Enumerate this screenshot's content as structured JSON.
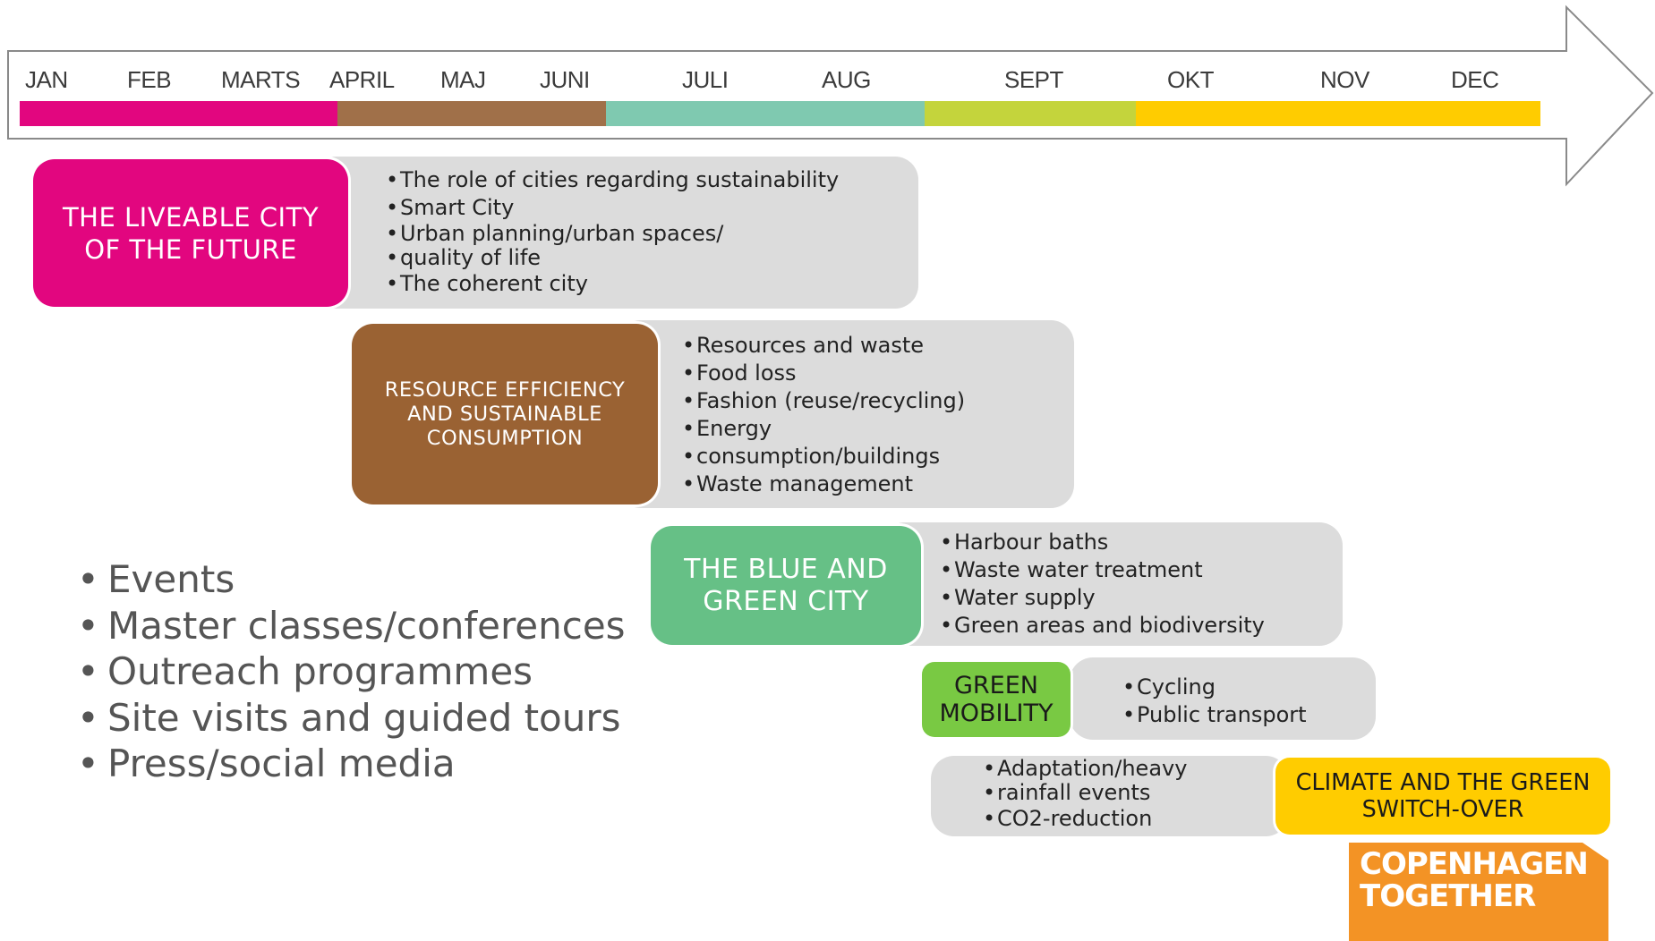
{
  "timeline": {
    "months": [
      "JAN",
      "FEB",
      "MARTS",
      "APRIL",
      "MAJ",
      "JUNI",
      "JULI",
      "AUG",
      "SEPT",
      "OKT",
      "NOV",
      "DEC"
    ],
    "colors": {
      "pink": "#e2067f",
      "brown": "#a07049",
      "teal": "#7fc9b0",
      "lime": "#c4d43c",
      "yellow": "#ffcc00"
    }
  },
  "themes": {
    "liveable": {
      "line1": "THE LIVEABLE CITY",
      "line2": "OF THE FUTURE",
      "color": "#e2067f",
      "items": [
        "The role of cities regarding sustainability",
        "Smart City",
        "Urban planning/urban spaces/",
        "quality of life",
        "The coherent city"
      ]
    },
    "resource": {
      "line1": "RESOURCE EFFICIENCY",
      "line2": "AND SUSTAINABLE",
      "line3": "CONSUMPTION",
      "color": "#9a6233",
      "items": [
        "Resources and waste",
        "Food loss",
        "Fashion (reuse/recycling)",
        "Energy",
        "consumption/buildings",
        "Waste management"
      ]
    },
    "bluegreen": {
      "line1": "THE BLUE AND",
      "line2": "GREEN CITY",
      "color": "#66c086",
      "items": [
        "Harbour baths",
        "Waste water treatment",
        "Water supply",
        "Green areas and biodiversity"
      ]
    },
    "mobility": {
      "line1": "GREEN",
      "line2": "MOBILITY",
      "color": "#79c943",
      "items": [
        "Cycling",
        "Public transport"
      ]
    },
    "climate": {
      "line1": "CLIMATE AND THE GREEN",
      "line2": "SWITCH-OVER",
      "color": "#ffcc00",
      "items": [
        "Adaptation/heavy",
        "rainfall events",
        "CO2-reduction"
      ]
    }
  },
  "activities": [
    "Events",
    "Master classes/conferences",
    "Outreach programmes",
    "Site visits and guided tours",
    "Press/social media"
  ],
  "logo": {
    "line1": "COPENHAGEN",
    "line2": "TOGETHER",
    "color": "#f39325"
  }
}
